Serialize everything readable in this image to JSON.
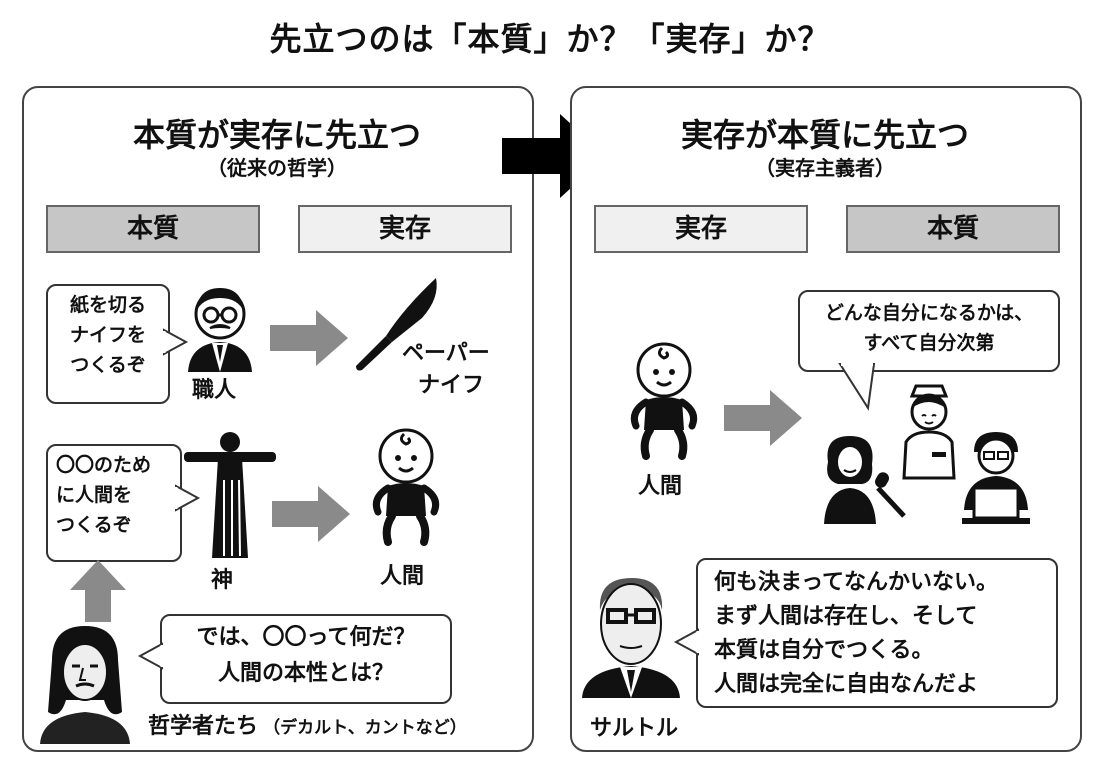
{
  "title": "先立つのは「本質」か？「実存」か？",
  "left": {
    "heading": "本質が実存に先立つ",
    "subheading": "（従来の哲学）",
    "col1": "本質",
    "col2": "実存",
    "craftsman_bubble": [
      "紙を切る",
      "ナイフを",
      "つくるぞ"
    ],
    "craftsman_label": "職人",
    "knife_label": [
      "ペーパー",
      "ナイフ"
    ],
    "god_bubble": [
      "〇〇のため",
      "に人間を",
      "つくるぞ"
    ],
    "god_label": "神",
    "human_label": "人間",
    "philosopher_bubble": [
      "では、〇〇って何だ？",
      "人間の本性とは？"
    ],
    "philosophers_label": "哲学者たち",
    "philosophers_note": "（デカルト、カントなど）"
  },
  "right": {
    "heading": "実存が本質に先立つ",
    "subheading": "（実存主義者）",
    "col1": "実存",
    "col2": "本質",
    "human_label": "人間",
    "choice_bubble": [
      "どんな自分になるかは、",
      "すべて自分次第"
    ],
    "sartre_bubble": [
      "何も決まってなんかいない。",
      "まず人間は存在し、そして",
      "本質は自分でつくる。",
      "人間は完全に自由なんだよ"
    ],
    "sartre_label": "サルトル"
  },
  "colors": {
    "border": "#444444",
    "arrow_gray": "#8a8a8a",
    "header_dark": "#c6c6c6",
    "header_light": "#f0f0f0"
  }
}
